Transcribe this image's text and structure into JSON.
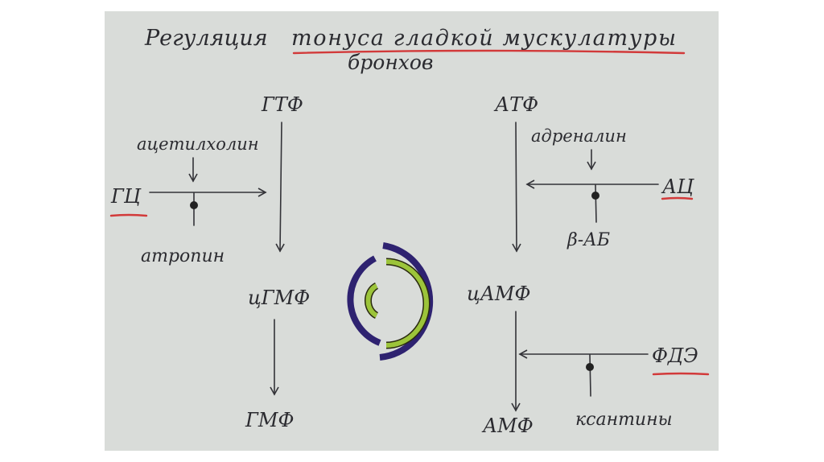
{
  "title": {
    "line1_prefix": "Регуляция",
    "line1_underlined": "тонуса гладкой мускулатуры",
    "line2": "бронхов"
  },
  "left": {
    "top": "ГТФ",
    "activator": "ацетилхолин",
    "enzyme": "ГЦ",
    "blocker": "атропин",
    "middle": "цГМФ",
    "bottom": "ГМФ"
  },
  "right": {
    "top": "АТФ",
    "activator": "адреналин",
    "enzyme": "АЦ",
    "blocker": "β-АБ",
    "middle": "цАМФ",
    "bottom": "АМФ",
    "enzyme2": "ФДЭ",
    "blocker2": "ксантины"
  },
  "colors": {
    "paper": "#d9dcd9",
    "ink": "#2b2b30",
    "underline": "#d23a3a",
    "ring_blue": "#2e2270",
    "ring_green": "#9cc43a"
  }
}
